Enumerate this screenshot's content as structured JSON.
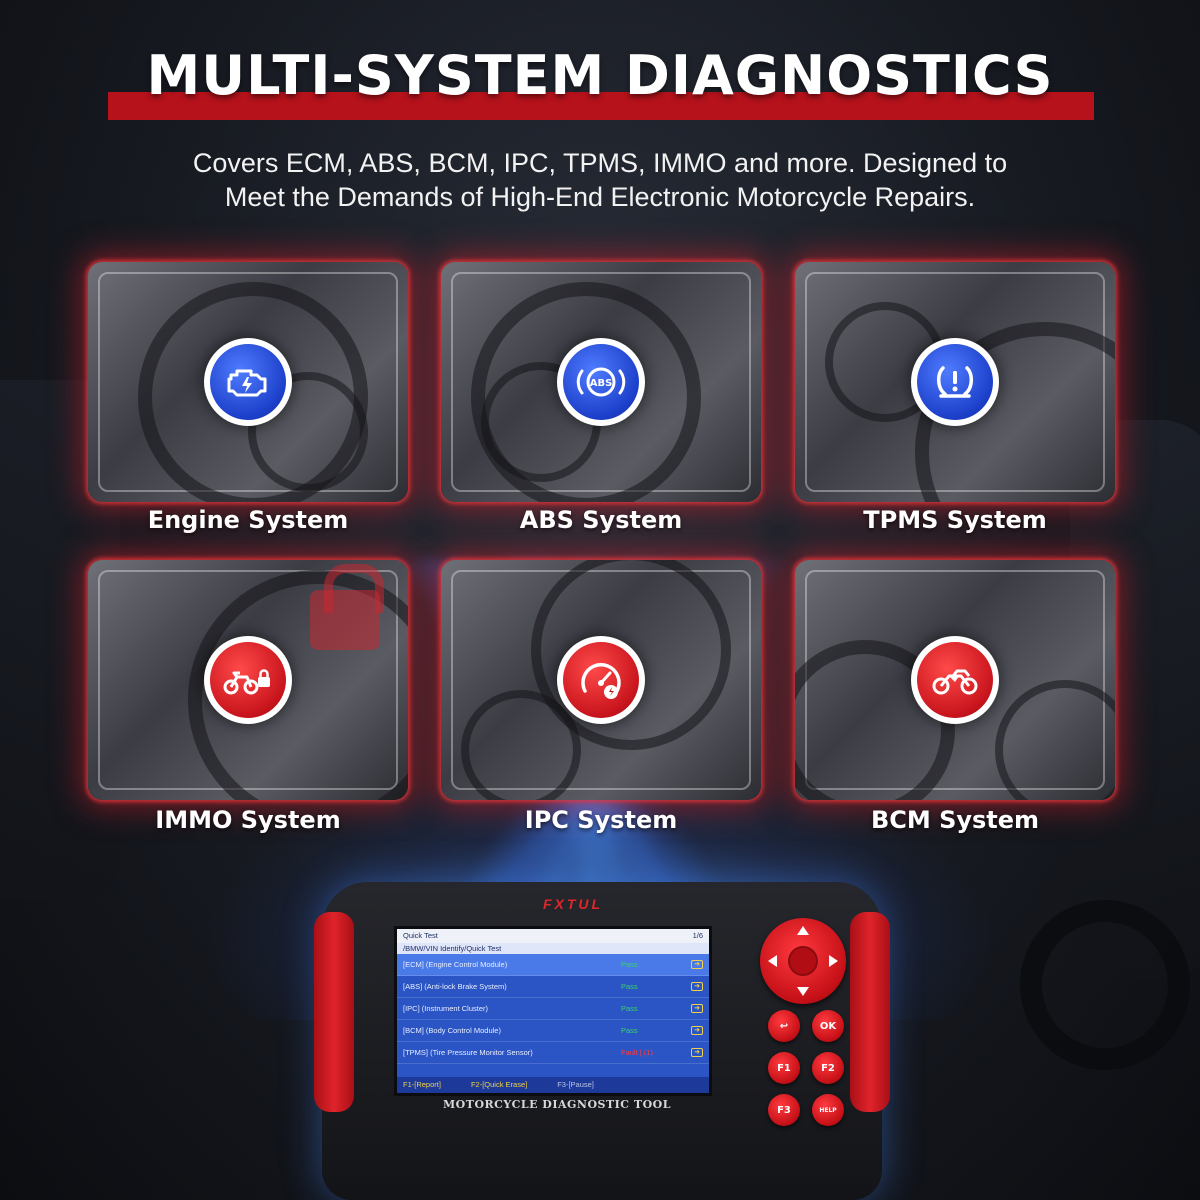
{
  "header": {
    "title": "MULTI-SYSTEM DIAGNOSTICS",
    "subtitle_line1": "Covers ECM, ABS, BCM, IPC, TPMS, IMMO and more. Designed to",
    "subtitle_line2": "Meet the Demands of High-End Electronic Motorcycle Repairs."
  },
  "colors": {
    "accent_red": "#b5121b",
    "icon_blue": "#1c3fc9",
    "icon_red": "#c8141c",
    "ok_green": "#36d36b",
    "fault_red": "#ff3b3b"
  },
  "systems": [
    {
      "label": "Engine System",
      "icon": "engine-icon",
      "badge_color": "blue"
    },
    {
      "label": "ABS System",
      "icon": "abs-icon",
      "badge_color": "blue"
    },
    {
      "label": "TPMS System",
      "icon": "tire-pressure-icon",
      "badge_color": "blue"
    },
    {
      "label": "IMMO System",
      "icon": "motorcycle-lock-icon",
      "badge_color": "red"
    },
    {
      "label": "IPC System",
      "icon": "speedometer-icon",
      "badge_color": "red"
    },
    {
      "label": "BCM System",
      "icon": "motorcycle-icon",
      "badge_color": "red"
    }
  ],
  "abs_icon_text": "ABS",
  "device": {
    "brand": "FXTUL",
    "model_label": "MOTORCYCLE DIAGNOSTIC TOOL",
    "screen": {
      "title": "Quick Test",
      "page": "1/6",
      "path": "/BMW/VIN Identify/Quick Test",
      "rows": [
        {
          "name": "[ECM]  (Engine Control Module)",
          "status": "Pass"
        },
        {
          "name": "[ABS]  (Anti-lock Brake System)",
          "status": "Pass"
        },
        {
          "name": "[IPC]  (Instrument Cluster)",
          "status": "Pass"
        },
        {
          "name": "[BCM]  (Body Control Module)",
          "status": "Pass"
        },
        {
          "name": "[TPMS]  (Tire Pressure Monitor Sensor)",
          "status": "Fault  |  (1)"
        }
      ],
      "footer": {
        "f1": "F1-[Report]",
        "f2": "F2-[Quick  Erase]",
        "f3": "F3-[Pause]"
      }
    },
    "keys": {
      "back": "↩",
      "ok": "OK",
      "f1": "F1",
      "f2": "F2",
      "f3": "F3",
      "help": "HELP"
    }
  }
}
